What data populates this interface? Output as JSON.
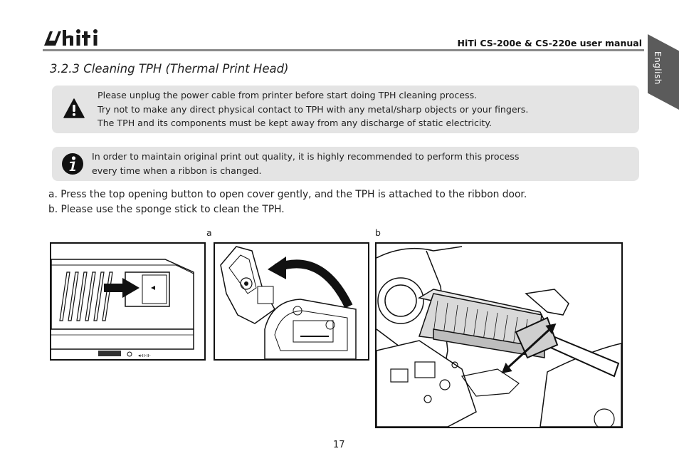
{
  "header": {
    "logo": "hiti",
    "title": "HiTi CS-200e & CS-220e user manual",
    "language_tab": "English"
  },
  "section": {
    "title": "3.2.3 Cleaning TPH (Thermal Print Head)"
  },
  "warning_box": {
    "icon": "warning-icon",
    "lines": [
      "Please unplug the power cable from printer before start doing TPH cleaning process.",
      "Try not to make any direct physical contact to TPH with any metal/sharp objects or your fingers.",
      "The TPH and its components must be kept away from any discharge of static electricity."
    ]
  },
  "info_box": {
    "icon": "info-icon",
    "lines": [
      "In order to maintain original print out quality, it is highly recommended to perform this process",
      "every time when a ribbon is changed."
    ]
  },
  "steps": [
    "a. Press the top opening button to open cover gently, and the TPH is attached to the ribbon door.",
    "b. Please use the sponge stick to clean the TPH."
  ],
  "figures": {
    "label_a": "a",
    "label_b": "b"
  },
  "page_number": "17"
}
